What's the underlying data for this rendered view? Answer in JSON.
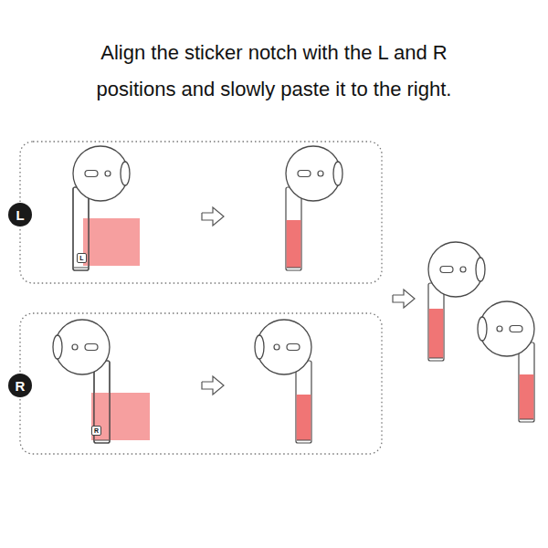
{
  "diagram": {
    "title": "Align the sticker notch with the L and R positions and slowly paste it to the right.",
    "nodes": [
      {
        "text": [
          "L"
        ]
      },
      {
        "text": [
          "R"
        ]
      }
    ],
    "labels": [
      "L",
      "R"
    ]
  }
}
